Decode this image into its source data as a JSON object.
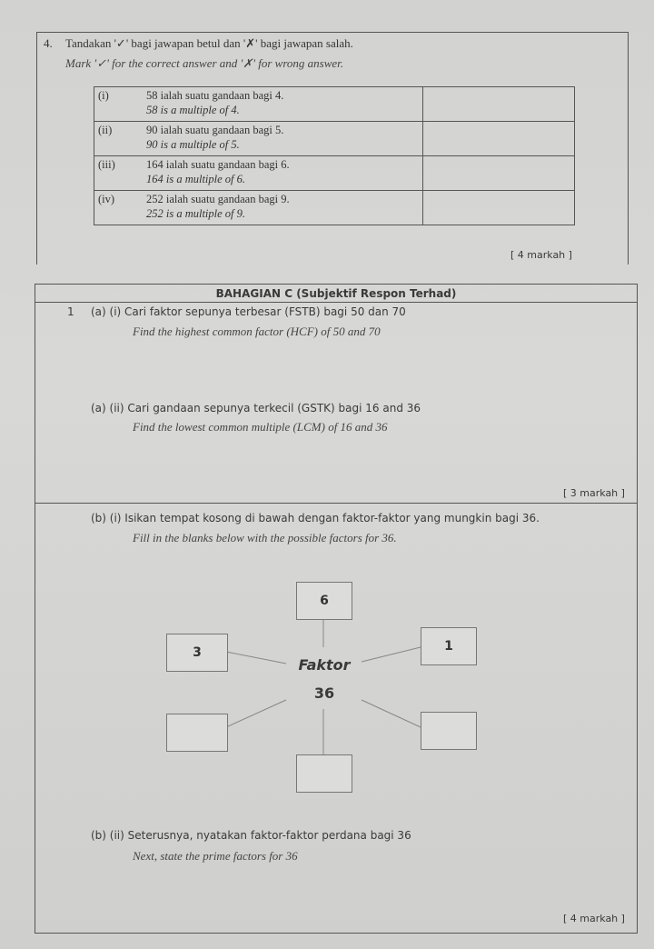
{
  "q4": {
    "number": "4.",
    "instruction_ms": "Tandakan '✓' bagi jawapan betul dan '✗' bagi jawapan salah.",
    "instruction_en": "Mark '✓' for the correct answer and '✗' for wrong answer.",
    "rows": [
      {
        "label": "(i)",
        "ms": "58 ialah suatu gandaan bagi 4.",
        "en": "58 is a multiple of 4."
      },
      {
        "label": "(ii)",
        "ms": "90 ialah suatu gandaan bagi 5.",
        "en": "90 is a multiple of 5."
      },
      {
        "label": "(iii)",
        "ms": "164 ialah suatu gandaan bagi 6.",
        "en": "164 is a multiple of 6."
      },
      {
        "label": "(iv)",
        "ms": "252 ialah suatu gandaan bagi 9.",
        "en": "252 is a multiple of 9."
      }
    ],
    "marks": "[ 4 markah ]"
  },
  "sectionC": {
    "title": "BAHAGIAN C (Subjektif Respon Terhad)",
    "q_number": "1",
    "a1_ms": "(a) (i) Cari faktor sepunya terbesar (FSTB) bagi 50 dan 70",
    "a1_en": "Find  the highest common factor (HCF) of 50 and 70",
    "a2_ms": "(a) (ii) Cari gandaan sepunya terkecil (GSTK) bagi 16 and 36",
    "a2_en": "Find the lowest common multiple (LCM) of 16 and 36",
    "a_marks": "[ 3 markah ]",
    "b1_ms": "(b) (i) Isikan tempat kosong di bawah dengan faktor-faktor yang mungkin bagi 36.",
    "b1_en": "Fill in the blanks below with the possible factors for 36.",
    "diagram": {
      "center_label": "Faktor",
      "center_number": "36",
      "boxes": [
        "6",
        "3",
        "1",
        "",
        "",
        ""
      ]
    },
    "b2_ms": "(b) (ii) Seterusnya, nyatakan faktor-faktor perdana bagi 36",
    "b2_en": "Next, state the prime factors for 36",
    "b_marks": "[ 4  markah ]"
  }
}
